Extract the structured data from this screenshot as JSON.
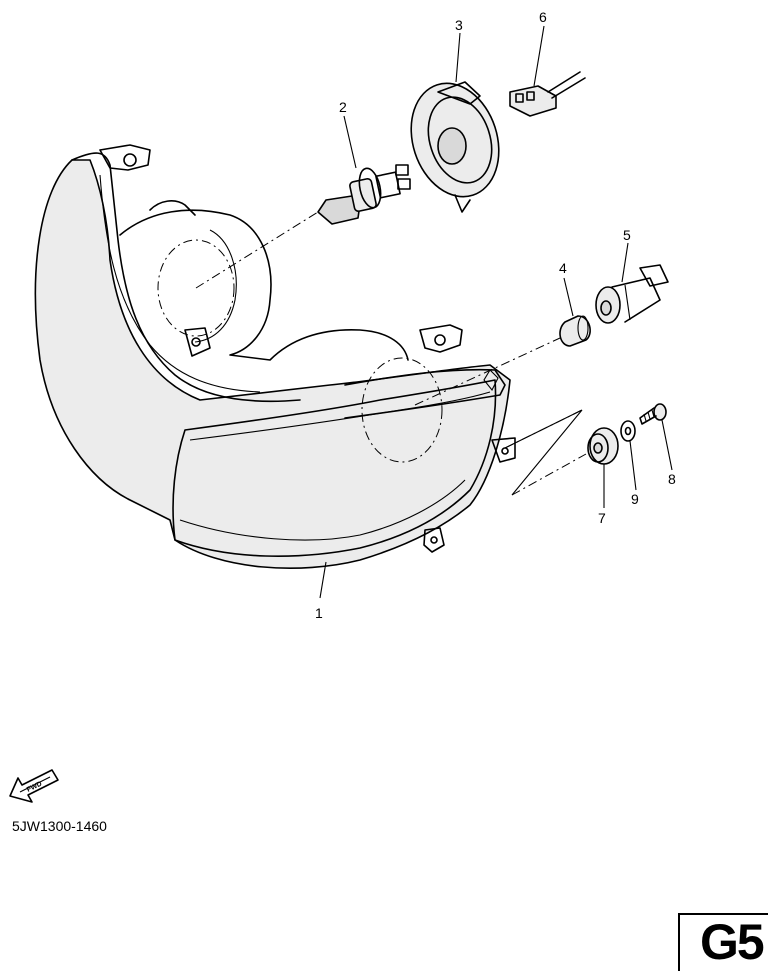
{
  "callouts": [
    "1",
    "2",
    "3",
    "4",
    "5",
    "6",
    "7",
    "8",
    "9"
  ],
  "direction_tag": "FWD",
  "drawing_code": "5JW1300-1460",
  "page_code": "G5"
}
